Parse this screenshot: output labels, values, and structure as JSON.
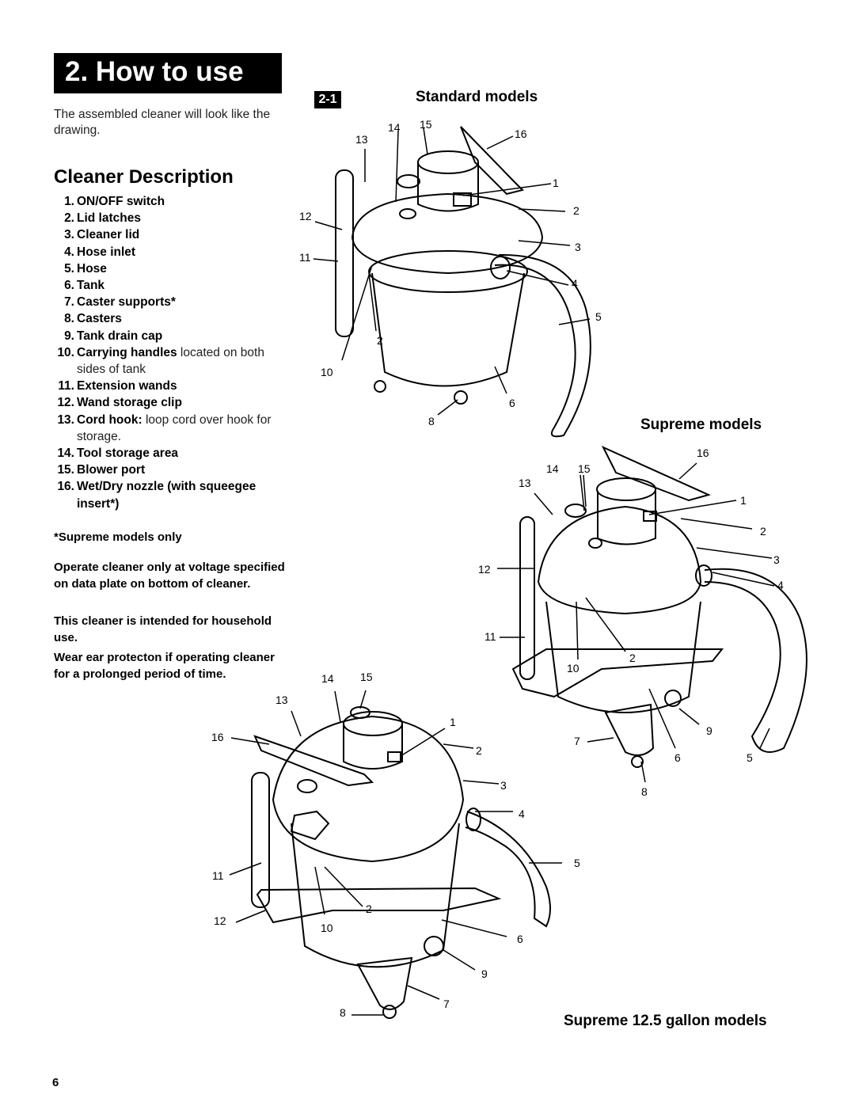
{
  "section": {
    "title": "2. How to use"
  },
  "intro": "The assembled cleaner will look like the drawing.",
  "description": {
    "heading": "Cleaner Description",
    "parts": [
      {
        "num": "1.",
        "label": "ON/OFF switch"
      },
      {
        "num": "2.",
        "label": "Lid latches"
      },
      {
        "num": "3.",
        "label": "Cleaner lid"
      },
      {
        "num": "4.",
        "label": "Hose inlet"
      },
      {
        "num": "5.",
        "label": "Hose"
      },
      {
        "num": "6.",
        "label": "Tank"
      },
      {
        "num": "7.",
        "label": "Caster supports*"
      },
      {
        "num": "8.",
        "label": "Casters"
      },
      {
        "num": "9.",
        "label": "Tank drain cap"
      },
      {
        "num": "10.",
        "label": "Carrying handles",
        "extra": " located on both sides of tank"
      },
      {
        "num": "11.",
        "label": "Extension wands"
      },
      {
        "num": "12.",
        "label": "Wand storage clip"
      },
      {
        "num": "13.",
        "label": "Cord hook:",
        "extra": "  loop cord over hook for storage."
      },
      {
        "num": "14.",
        "label": "Tool storage area"
      },
      {
        "num": "15.",
        "label": "Blower port"
      },
      {
        "num": "16.",
        "label": "Wet/Dry nozzle (with squeegee insert*)"
      }
    ]
  },
  "notes": {
    "supreme_only": "*Supreme models only",
    "voltage": "Operate cleaner only at voltage specified on data plate on bottom of cleaner.",
    "household": "This cleaner is intended for household use.",
    "ear": "Wear ear protecton if operating cleaner for a prolonged period of time."
  },
  "figure": {
    "badge": "2-1",
    "standard_title": "Standard models",
    "supreme_title": "Supreme models",
    "supreme125_title": "Supreme 12.5 gallon models"
  },
  "callouts": {
    "standard": [
      "13",
      "14",
      "15",
      "16",
      "1",
      "2",
      "3",
      "4",
      "5",
      "12",
      "11",
      "2",
      "10",
      "6",
      "8"
    ],
    "supreme": [
      "14",
      "15",
      "16",
      "13",
      "1",
      "2",
      "3",
      "4",
      "12",
      "11",
      "10",
      "2",
      "9",
      "7",
      "6",
      "5",
      "8"
    ],
    "supreme125": [
      "14",
      "15",
      "13",
      "1",
      "16",
      "2",
      "3",
      "4",
      "5",
      "11",
      "2",
      "12",
      "10",
      "6",
      "9",
      "8",
      "7"
    ]
  },
  "page_number": "6"
}
